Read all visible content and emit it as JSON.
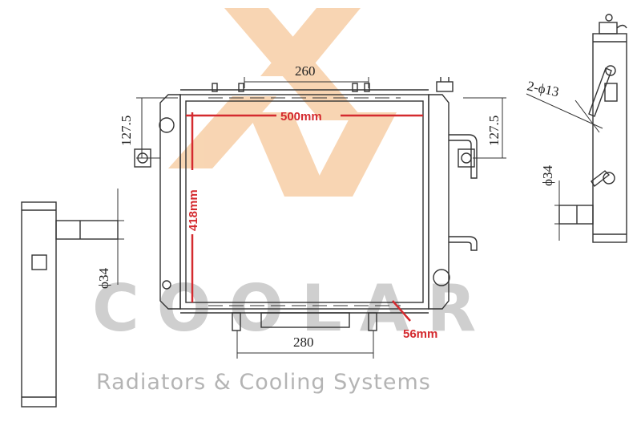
{
  "brand": {
    "wordmark": "COOLAR",
    "tagline": "Radiators & Cooling Systems",
    "logo_color": "#f6c89a",
    "wordmark_color": "#cfcfcf"
  },
  "dimensions": {
    "top_width": "260",
    "bottom_width": "280",
    "left_height": "127.5",
    "right_height": "127.5",
    "left_pipe_diameter": "ϕ34",
    "right_pipe_diameter": "ϕ34",
    "mount_holes": "2-ϕ13"
  },
  "highlights": {
    "core_width": "500mm",
    "core_height": "418mm",
    "core_depth": "56mm",
    "color": "#d42a2f"
  }
}
